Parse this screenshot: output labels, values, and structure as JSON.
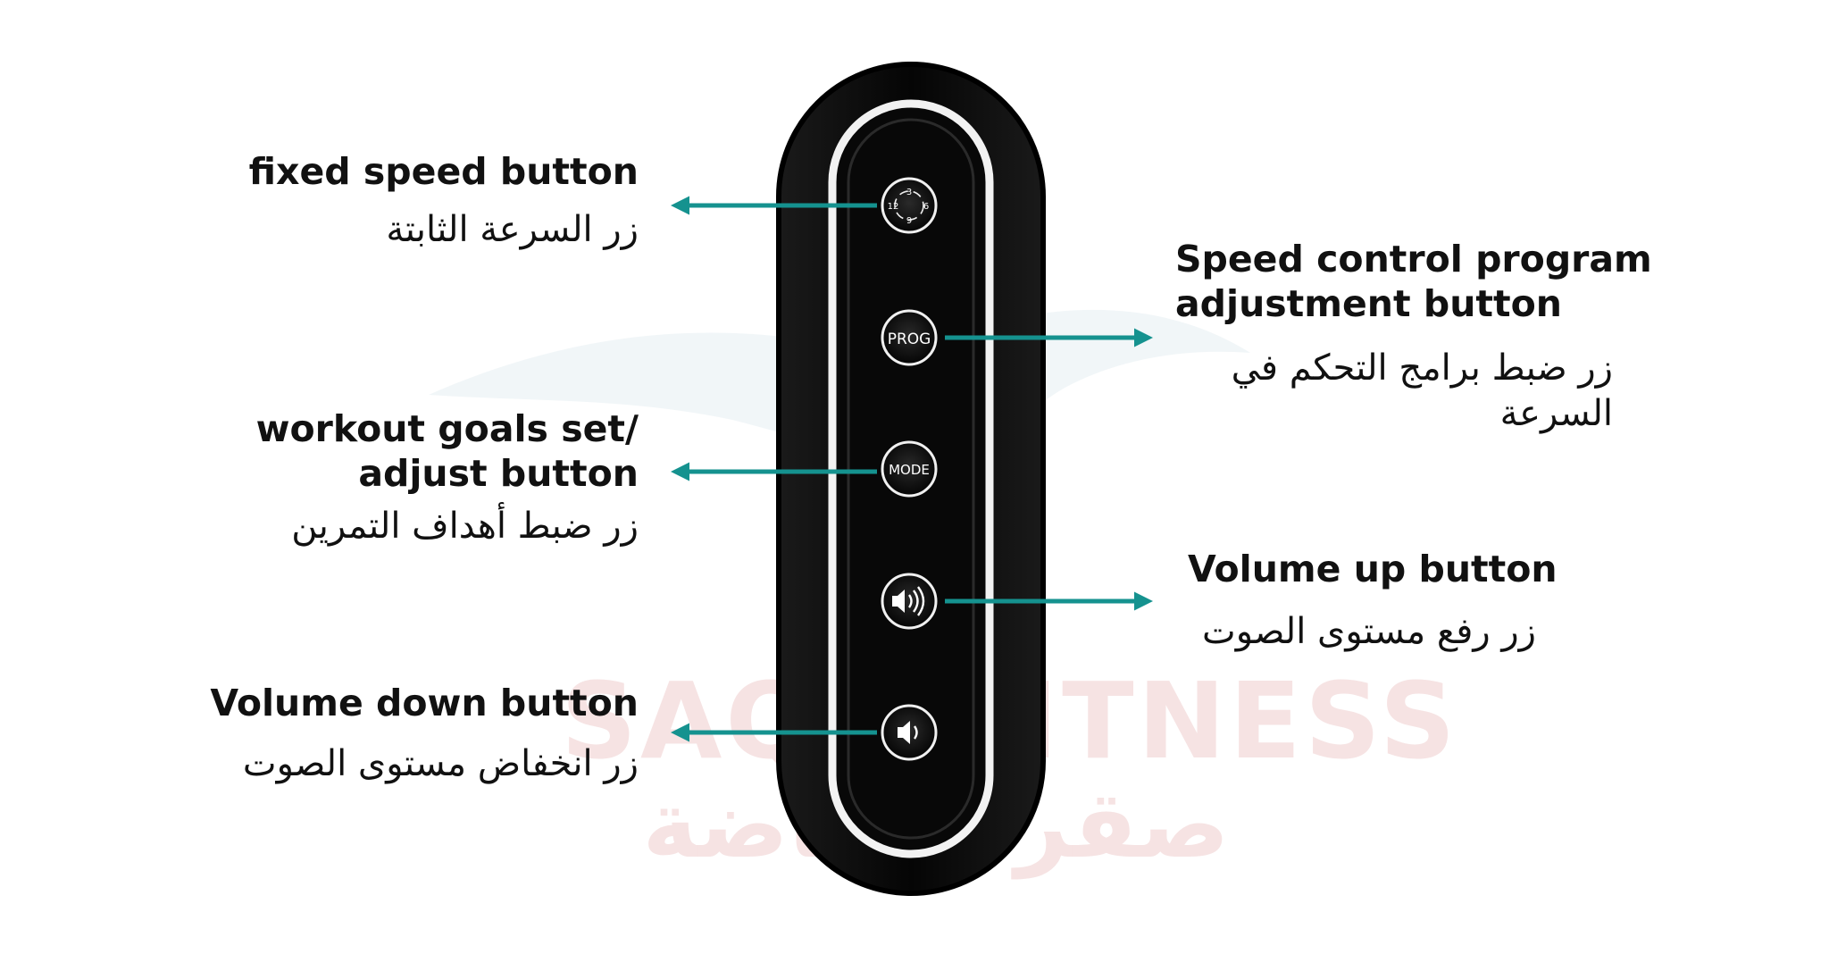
{
  "watermark": {
    "brand_en": "SAQR FITNESS",
    "brand_ar": "صقر الرياضة"
  },
  "panel": {
    "buttons": [
      {
        "id": "fixed-speed",
        "glyph": [
          "3",
          "6",
          "9",
          "12"
        ]
      },
      {
        "id": "prog",
        "glyph": "PROG"
      },
      {
        "id": "mode",
        "glyph": "MODE"
      },
      {
        "id": "volume-up",
        "glyph": "speaker-waves-icon"
      },
      {
        "id": "volume-down",
        "glyph": "speaker-icon"
      }
    ]
  },
  "labels": {
    "fixed_speed": {
      "en": "fixed speed  button",
      "ar": "زر السرعة الثابتة"
    },
    "speed_program": {
      "en_line1": "Speed control program",
      "en_line2": "adjustment button",
      "ar_line1": "زر ضبط برامج التحكم في",
      "ar_line2": "السرعة"
    },
    "workout_goals": {
      "en_line1": "workout goals set/",
      "en_line2": "adjust button",
      "ar": "زر ضبط أهداف التمرين"
    },
    "volume_up": {
      "en": "Volume up button",
      "ar": "زر رفع مستوى الصوت"
    },
    "volume_down": {
      "en": "Volume down button",
      "ar": "زر انخفاض مستوى الصوت"
    }
  },
  "colors": {
    "arrow": "#15928f",
    "panel": "#0b0b0b",
    "ring": "#f2f2f2",
    "text": "#111111"
  }
}
